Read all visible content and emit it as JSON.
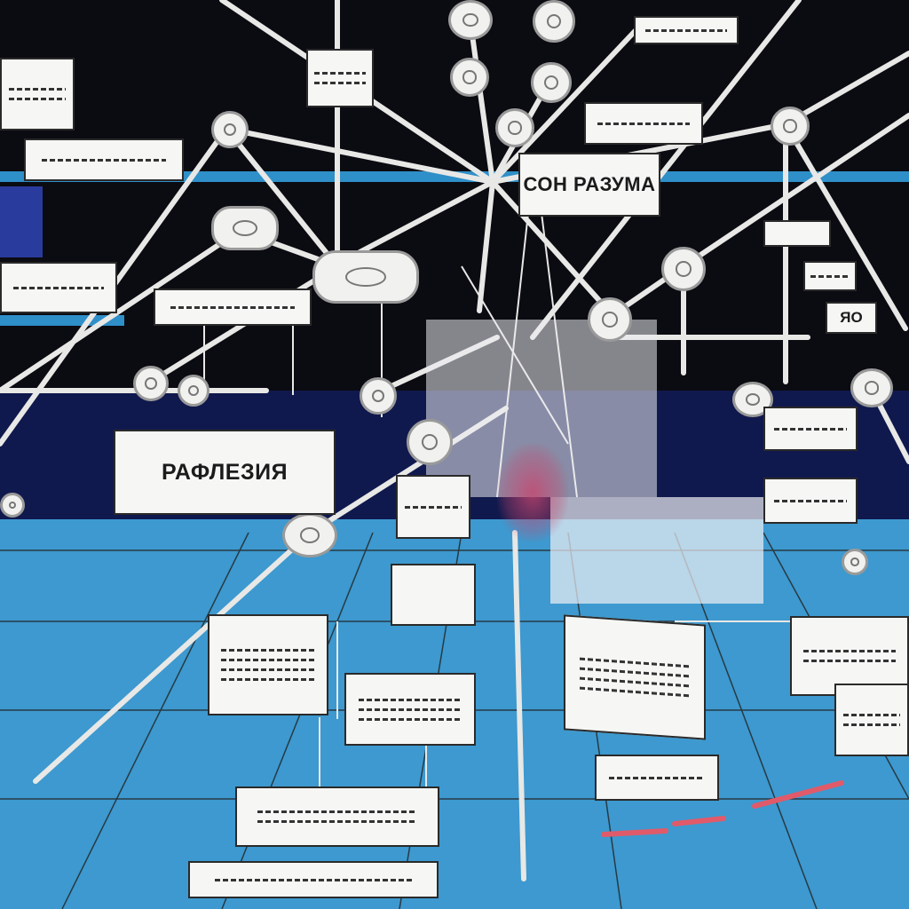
{
  "labels": {
    "main_sign": "РАФЛЕЗИЯ",
    "top_sign": "СОН РАЗУМА",
    "small_sign": "ЯО"
  },
  "colors": {
    "wall": "#0b0b12",
    "floor": "#3d99cf",
    "accent_band": "#2f8fc8",
    "deep_blue": "#10194d",
    "splash": "#c8466e"
  }
}
